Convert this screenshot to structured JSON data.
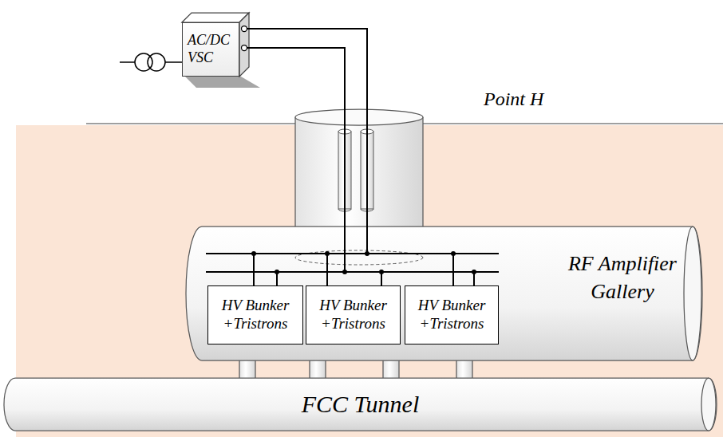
{
  "diagram": {
    "nodes": [
      {
        "text": [
          "AC/DC VSC"
        ]
      },
      {
        "text": [
          "RF Amplifier Gallery"
        ]
      },
      {
        "text": [
          "HV Bunker +Tristrons"
        ],
        "in": 1
      },
      {
        "text": [
          "HV Bunker +Tristrons"
        ],
        "in": 1
      },
      {
        "text": [
          "HV Bunker +Tristrons"
        ],
        "in": 1
      },
      {
        "text": [
          "FCC Tunnel"
        ]
      }
    ],
    "edges": [
      {
        "from": 0,
        "to": 2,
        "arrow": "none"
      },
      {
        "from": 0,
        "to": 3,
        "arrow": "none"
      },
      {
        "from": 0,
        "to": 4,
        "arrow": "none"
      }
    ],
    "labels": [
      "Point H"
    ]
  }
}
